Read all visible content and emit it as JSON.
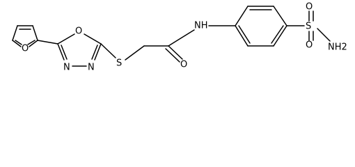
{
  "molecule": {
    "atom_labels": {
      "furan_oxygen": "O",
      "oxadiazole_oxygen": "O",
      "oxadiazole_n_left": "N",
      "oxadiazole_n_right": "N",
      "thioether_sulfur": "S",
      "carbonyl_oxygen": "O",
      "amide_nh": "NH",
      "sulfonyl_sulfur": "S",
      "sulfonyl_oxygen_top": "O",
      "sulfonyl_oxygen_bottom": "O",
      "sulfonamide_nh2": "NH2"
    }
  }
}
